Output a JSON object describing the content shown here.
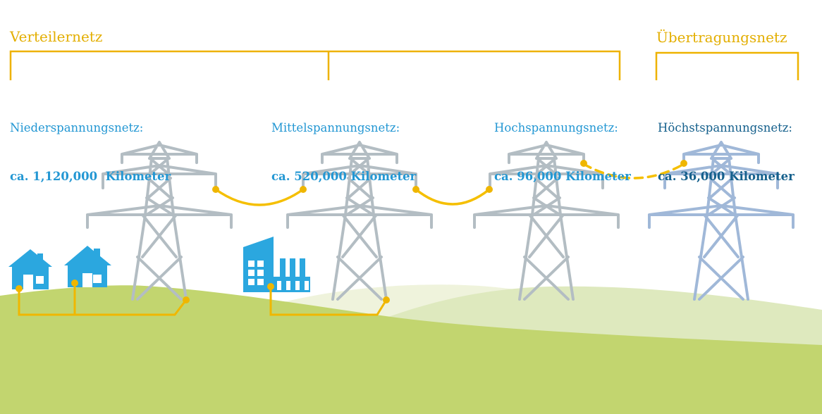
{
  "header": {
    "left_title": "Verteilernetz",
    "right_title": "Übertragungsnetz"
  },
  "networks": [
    {
      "name": "Niederspannungsnetz:",
      "length": "ca. 1,120,000  Kilometer"
    },
    {
      "name": "Mittelspannungsnetz:",
      "length": "ca. 520,000 Kilometer"
    },
    {
      "name": "Hochspannungsnetz:",
      "length": "ca. 96,000 Kilometer"
    },
    {
      "name": "Höchstspannungsnetz:",
      "length": "ca. 36,000 Kilometer"
    }
  ],
  "icons": [
    "pylon-icon",
    "house-icon",
    "factory-icon",
    "power-line-icon",
    "dashed-power-line-icon",
    "connection-dot-icon"
  ],
  "colors": {
    "accent_yellow": "#EFB400",
    "wire_yellow": "#F5BF00",
    "label_blue": "#2397D3",
    "label_dark_blue": "#15608C",
    "pylon_gray": "#B3BDC3",
    "pylon_blue": "#A0B8D8",
    "building_blue": "#2BA7DF",
    "hill_front_green": "#C2D56F",
    "hill_middle_green": "#DEE9BE",
    "hill_back_green": "#EFF3DC"
  }
}
